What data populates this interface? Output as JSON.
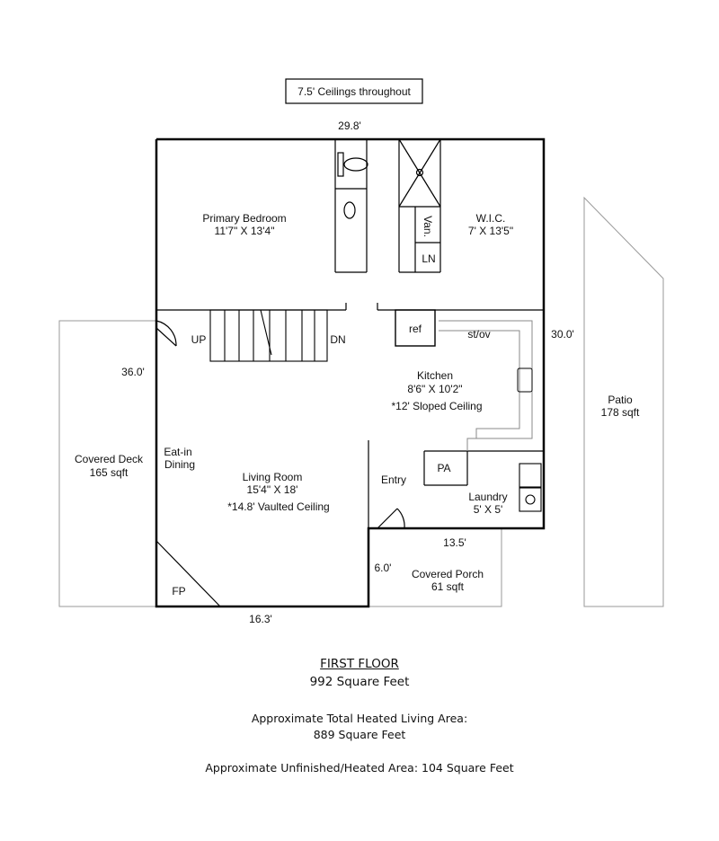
{
  "note": "7.5' Ceilings throughout",
  "dimensions": {
    "top": "29.8'",
    "right": "30.0'",
    "left": "36.0'",
    "bottom": "16.3'",
    "porch_width": "13.5'",
    "porch_depth": "6.0'"
  },
  "rooms": {
    "primary_bedroom": {
      "name": "Primary Bedroom",
      "size": "11'7\" X 13'4\""
    },
    "wic": {
      "name": "W.I.C.",
      "size": "7' X 13'5\""
    },
    "vanity": "Van.",
    "linen": "LN",
    "kitchen": {
      "name": "Kitchen",
      "size": "8'6\" X 10'2\"",
      "note": "*12' Sloped Ceiling"
    },
    "ref": "ref",
    "stove": "st/ov",
    "living_room": {
      "name": "Living Room",
      "size": "15'4\" X 18'",
      "note": "*14.8' Vaulted Ceiling"
    },
    "eat_in_line1": "Eat-in",
    "eat_in_line2": "Dining",
    "entry": "Entry",
    "pa": "PA",
    "laundry": {
      "name": "Laundry",
      "size": "5' X 5'"
    },
    "fp": "FP",
    "stairs_up": "UP",
    "stairs_down": "DN"
  },
  "outdoor": {
    "covered_deck": {
      "name": "Covered Deck",
      "area": "165 sqft"
    },
    "patio": {
      "name": "Patio",
      "area": "178 sqft"
    },
    "covered_porch": {
      "name": "Covered Porch",
      "area": "61 sqft"
    }
  },
  "footer": {
    "floor_title": "FIRST FLOOR",
    "floor_area": "992 Square Feet",
    "heated_label": "Approximate Total Heated Living Area:",
    "heated_value": "889 Square Feet",
    "unfinished": "Approximate Unfinished/Heated Area: 104 Square Feet"
  }
}
